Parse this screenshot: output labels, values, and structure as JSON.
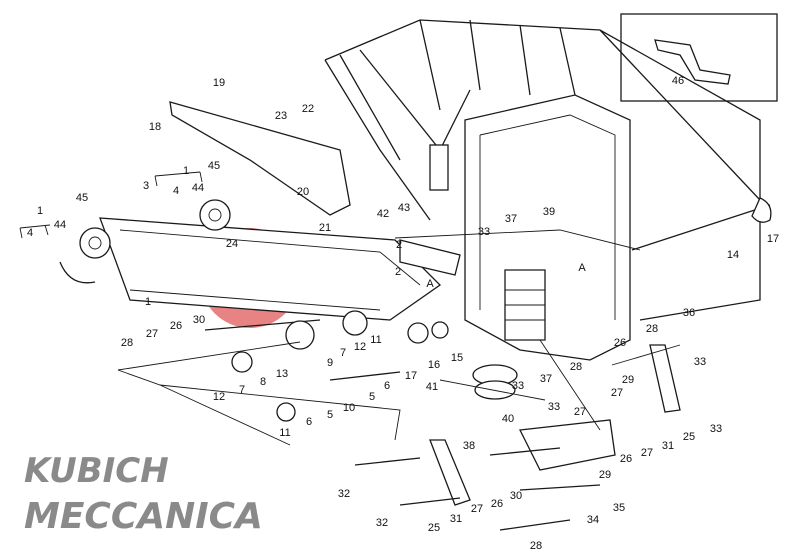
{
  "watermark": {
    "line1": "KUBICH",
    "line2": "MECCANICA",
    "color": "#e05a5a"
  },
  "labels": [
    "19",
    "22",
    "23",
    "18",
    "45",
    "1",
    "3",
    "4",
    "44",
    "45",
    "1",
    "44",
    "4",
    "20",
    "21",
    "24",
    "43",
    "42",
    "33",
    "37",
    "39",
    "14",
    "17",
    "46",
    "2",
    "2",
    "A",
    "A",
    "36",
    "1",
    "28",
    "27",
    "26",
    "30",
    "12",
    "11",
    "9",
    "7",
    "17",
    "16",
    "15",
    "41",
    "33",
    "37",
    "28",
    "28",
    "26",
    "33",
    "27",
    "29",
    "33",
    "27",
    "40",
    "12",
    "7",
    "8",
    "13",
    "6",
    "5",
    "10",
    "5",
    "6",
    "11",
    "25",
    "31",
    "27",
    "26",
    "33",
    "38",
    "29",
    "30",
    "26",
    "27",
    "31",
    "25",
    "32",
    "32",
    "35",
    "34",
    "28"
  ]
}
